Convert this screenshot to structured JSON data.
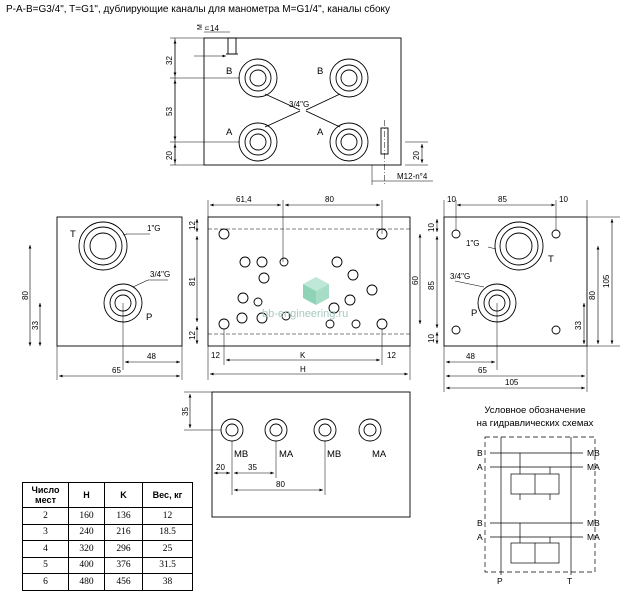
{
  "title": "P-A-B=G3/4\", T=G1\", дублирующие каналы для манометра M=G1/4\", каналы сбоку",
  "watermark": "bb-engineering.ru",
  "legend": {
    "line1": "Условное обозначение",
    "line2": "на гидравлических схемах"
  },
  "labels": {
    "port_a": "A",
    "port_b": "B",
    "port_p": "P",
    "port_t": "T",
    "port_ma": "MA",
    "port_mb": "MB",
    "thread_34": "3/4\"G",
    "thread_1": "1\"G",
    "thread_m12": "M12-n°4",
    "dim_m": "M",
    "dim_n": "n",
    "dim_h": "H",
    "dim_k": "K"
  },
  "dimensions": {
    "top": [
      "14",
      "32",
      "53",
      "20",
      "20"
    ],
    "front": [
      "61,4",
      "80",
      "12",
      "81",
      "60",
      "12",
      "12",
      "12"
    ],
    "left": [
      "80",
      "33",
      "48",
      "65"
    ],
    "right": [
      "10",
      "85",
      "10",
      "85",
      "105",
      "80",
      "33",
      "10",
      "48",
      "65",
      "105"
    ],
    "bottom": [
      "35",
      "20",
      "35",
      "80"
    ]
  },
  "table": {
    "headers": [
      "Число мест",
      "H",
      "K",
      "Вес, кг"
    ],
    "rows": [
      [
        "2",
        "160",
        "136",
        "12"
      ],
      [
        "3",
        "240",
        "216",
        "18.5"
      ],
      [
        "4",
        "320",
        "296",
        "25"
      ],
      [
        "5",
        "400",
        "376",
        "31.5"
      ],
      [
        "6",
        "480",
        "456",
        "38"
      ]
    ]
  }
}
